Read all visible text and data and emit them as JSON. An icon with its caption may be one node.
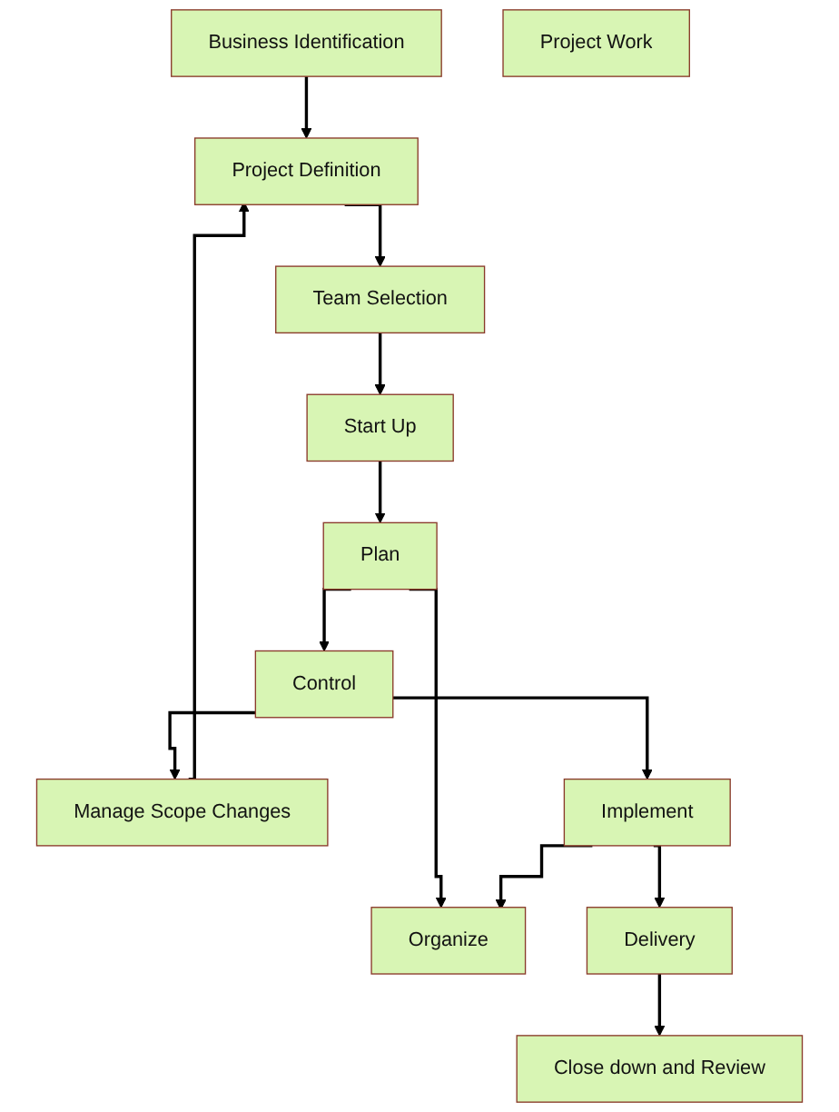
{
  "diagram": {
    "nodes": [
      {
        "text": [
          "Business Identification"
        ]
      },
      {
        "text": [
          "Project Definition"
        ]
      },
      {
        "text": [
          "Manage Scope Changes"
        ]
      },
      {
        "text": [
          "Team Selection"
        ]
      },
      {
        "text": [
          "Start Up"
        ]
      },
      {
        "text": [
          "Plan"
        ]
      },
      {
        "text": [
          "Control"
        ]
      },
      {
        "text": [
          "Project Work"
        ]
      },
      {
        "text": [
          "Organize"
        ]
      },
      {
        "text": [
          "Implement"
        ]
      },
      {
        "text": [
          "Delivery"
        ]
      },
      {
        "text": [
          "Close down and Review"
        ]
      }
    ],
    "edges": [
      {
        "from": 0,
        "to": 1,
        "arrow": "to"
      },
      {
        "from": 1,
        "to": 3,
        "arrow": "to"
      },
      {
        "from": 3,
        "to": 4,
        "arrow": "to"
      },
      {
        "from": 4,
        "to": 5,
        "arrow": "to"
      },
      {
        "from": 5,
        "to": 6,
        "arrow": "to"
      },
      {
        "from": 5,
        "to": 8,
        "arrow": "to"
      },
      {
        "from": 6,
        "to": 2,
        "arrow": "to"
      },
      {
        "from": 2,
        "to": 1,
        "arrow": "to"
      },
      {
        "from": 6,
        "to": 9,
        "arrow": "to"
      },
      {
        "from": 9,
        "to": 8,
        "arrow": "to"
      },
      {
        "from": 9,
        "to": 10,
        "arrow": "to"
      },
      {
        "from": 10,
        "to": 11,
        "arrow": "to"
      }
    ]
  }
}
